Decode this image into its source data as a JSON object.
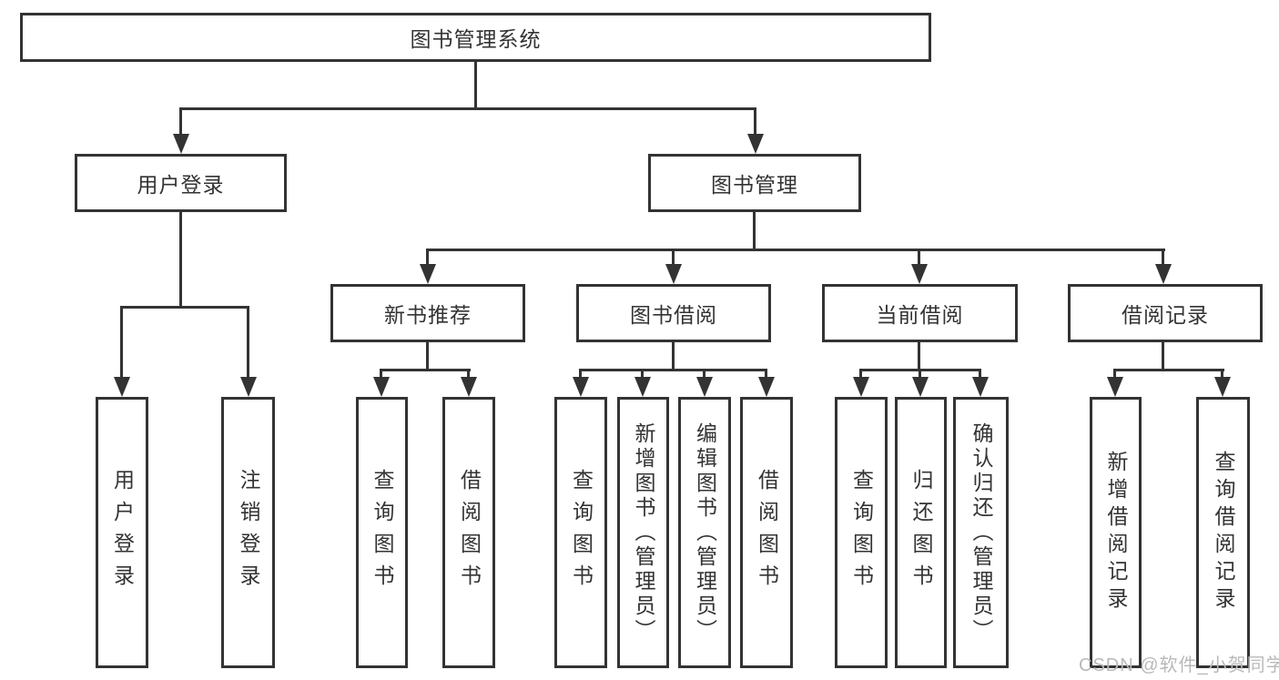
{
  "tree": {
    "root": {
      "label": "图书管理系统"
    },
    "level2": [
      {
        "label": "用户登录"
      },
      {
        "label": "图书管理"
      }
    ],
    "level3": [
      {
        "label": "新书推荐"
      },
      {
        "label": "图书借阅"
      },
      {
        "label": "当前借阅"
      },
      {
        "label": "借阅记录"
      }
    ],
    "leaves": {
      "login": [
        "用户登录",
        "注销登录"
      ],
      "recommend": [
        "查询图书",
        "借阅图书"
      ],
      "borrow": [
        "查询图书",
        "新增图书（管理员）",
        "编辑图书（管理员）",
        "借阅图书"
      ],
      "current": [
        "查询图书",
        "归还图书",
        "确认归还（管理员）"
      ],
      "records": [
        "新增借阅记录",
        "查询借阅记录"
      ]
    }
  },
  "watermark": {
    "text": "CSDN @软件_小贺同学"
  },
  "colors": {
    "line": "#333333",
    "text": "#333333",
    "background": "#ffffff",
    "watermark": "#b9b9b9"
  }
}
